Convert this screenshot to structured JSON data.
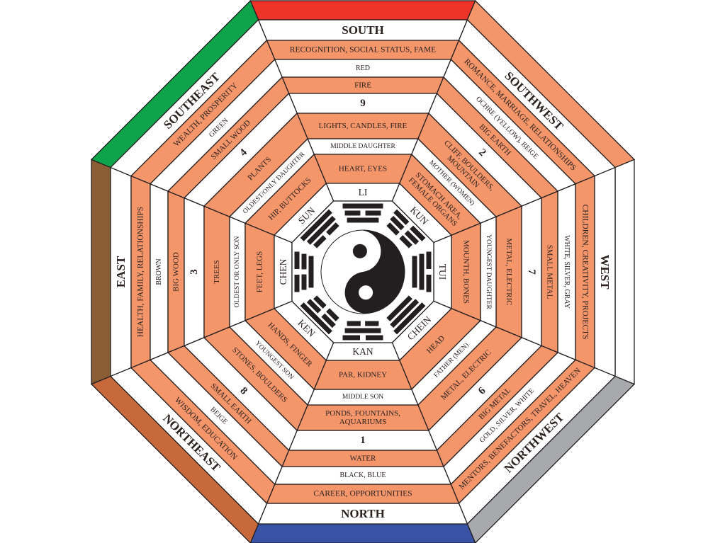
{
  "title": "Bagua map",
  "colors": {
    "orange": "#F4956A",
    "white": "#FFFFFF",
    "stroke": "#231F20",
    "ink": "#2B2220"
  },
  "sectors": [
    {
      "id": "south",
      "color": "#EE3328",
      "trigram": [
        1,
        0,
        1
      ],
      "labels": [
        "SOUTH",
        "RECOGNITION, SOCIAL STATUS, FAME",
        "RED",
        "FIRE",
        "9",
        "LIGHTS, CANDLES, FIRE",
        "MIDDLE DAUGHTER",
        "HEART, EYES",
        "LI"
      ]
    },
    {
      "id": "southwest",
      "color": "#F4956A",
      "trigram": [
        0,
        0,
        0
      ],
      "labels": [
        "SOUTHWEST",
        "ROMANCE, MARRIAGE, RELATIONSHIPS",
        "OCHRE (YELLOW), BEIGE",
        "BIG EARTH",
        "2",
        [
          "CLIFF, BOULDERS,",
          "MOUNTAIN"
        ],
        "MOTHER (WOMEN)",
        [
          "STOMACH AREA,",
          "FEMALE ORGANS"
        ],
        "KUN"
      ]
    },
    {
      "id": "west",
      "color": "#FFFFFF",
      "trigram": [
        1,
        1,
        0
      ],
      "labels": [
        "WEST",
        "CHILDREN, CREATIVITY, PROJECTS",
        "WHITE, SILVER, GRAY",
        "SMALL METAL",
        "7",
        "METAL, ELECTRIC",
        "YOUNGEST DAUGHTER",
        "MOUNTH, BONES",
        "TUI"
      ]
    },
    {
      "id": "northwest",
      "color": "#A7A9AC",
      "trigram": [
        1,
        1,
        1
      ],
      "labels": [
        "NORTHWEST",
        "MENTORS, BENEFACTORS, TRAVEL, HEAVEN",
        "GOLD, SILVER, WHITE",
        "BIG METAL",
        "6",
        "METAL, ELECTRIC",
        "FATHER (MEN)",
        "HEAD",
        "CHEIN"
      ]
    },
    {
      "id": "north",
      "color": "#3953A4",
      "trigram": [
        0,
        1,
        0
      ],
      "labels": [
        "NORTH",
        "CAREER, OPPORTUNITIES",
        "BLACK, BLUE",
        "WATER",
        "1",
        [
          "PONDS, FOUNTAINS,",
          "AQUARIUMS"
        ],
        "MIDDLE SON",
        "PAR, KIDNEY",
        "KAN"
      ]
    },
    {
      "id": "northeast",
      "color": "#C8693C",
      "trigram": [
        0,
        0,
        1
      ],
      "labels": [
        "NORTHEAST",
        "WISDOM, EDUCATION",
        "BEIGE",
        "SMALL EARTH",
        "8",
        "STONES, BOULDERS",
        "YOUNGEST SON",
        "HANDS, FINGER",
        "KEN"
      ]
    },
    {
      "id": "east",
      "color": "#8A5D35",
      "trigram": [
        1,
        0,
        0
      ],
      "labels": [
        "EAST",
        "HEALTH, FAMILY, RELATIONSHIPS",
        "BROWN",
        "BIG WOOD",
        "3",
        "TREES",
        "OLDEST OR ONLY SON",
        "FEET, LEGS",
        "CHEN"
      ]
    },
    {
      "id": "southeast",
      "color": "#0DA44B",
      "trigram": [
        0,
        1,
        1
      ],
      "labels": [
        "SOUTHEAST",
        "WEALTH, PROSPERITY",
        "GREEN",
        "SMALL WOOD",
        "4",
        "PLANTS",
        "OLDEST/ONLY DAUGHTER",
        "HIP, BUTTOCKS",
        "SUN"
      ]
    }
  ]
}
